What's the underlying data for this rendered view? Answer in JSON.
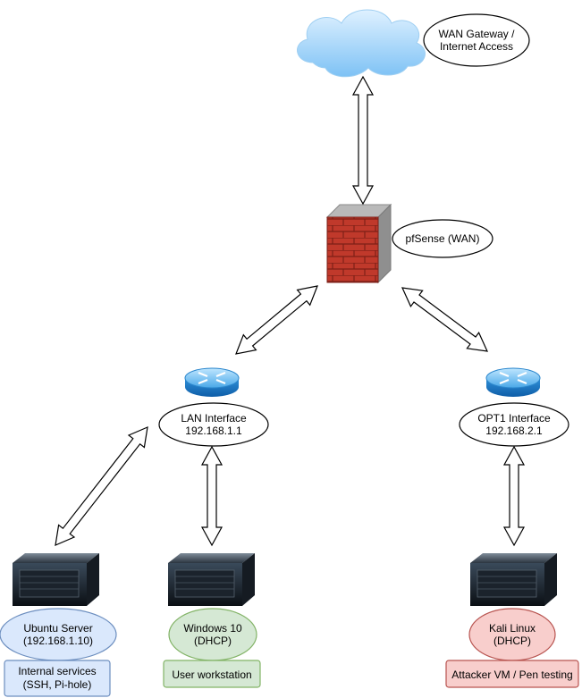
{
  "cloud": {
    "label_lines": [
      "WAN Gateway /",
      "Internet Access"
    ]
  },
  "firewall": {
    "label": "pfSense (WAN)"
  },
  "lan": {
    "label_lines": [
      "LAN Interface",
      "192.168.1.1"
    ]
  },
  "opt1": {
    "label_lines": [
      "OPT1 Interface",
      "192.168.2.1"
    ]
  },
  "hosts": {
    "ubuntu": {
      "label_lines": [
        "Ubuntu Server",
        "(192.168.1.10)"
      ],
      "note_lines": [
        "Internal services",
        "(SSH, Pi-hole)"
      ],
      "fill": "#dae8fc",
      "stroke": "#6c8ebf"
    },
    "windows": {
      "label_lines": [
        "Windows 10",
        "(DHCP)"
      ],
      "note_lines": [
        "User workstation"
      ],
      "fill": "#d5e8d4",
      "stroke": "#82b366"
    },
    "kali": {
      "label_lines": [
        "Kali Linux",
        "(DHCP)"
      ],
      "note_lines": [
        "Attacker VM / Pen testing"
      ],
      "fill": "#f8cecc",
      "stroke": "#b85450"
    }
  }
}
